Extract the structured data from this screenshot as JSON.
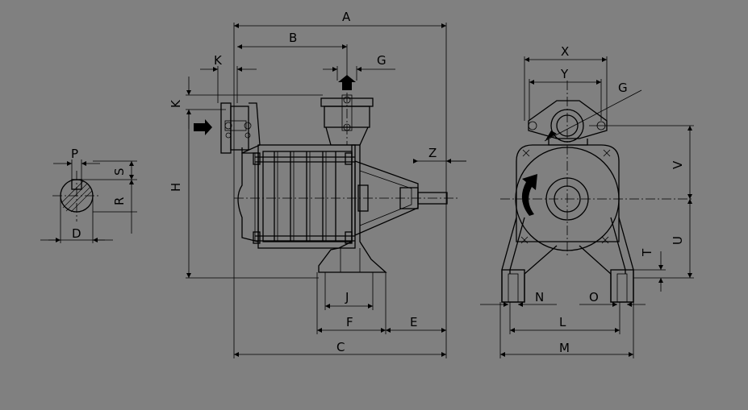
{
  "labels": {
    "A": "A",
    "B": "B",
    "C": "C",
    "D": "D",
    "E": "E",
    "F": "F",
    "G": "G",
    "G2": "G",
    "H": "H",
    "J": "J",
    "K": "K",
    "K2": "K",
    "L": "L",
    "M": "M",
    "N": "N",
    "O": "O",
    "P": "P",
    "R": "R",
    "S": "S",
    "T": "T",
    "U": "U",
    "V": "V",
    "X": "X",
    "Y": "Y",
    "Z": "Z"
  },
  "colors": {
    "background": "#808080",
    "line": "#000000"
  }
}
